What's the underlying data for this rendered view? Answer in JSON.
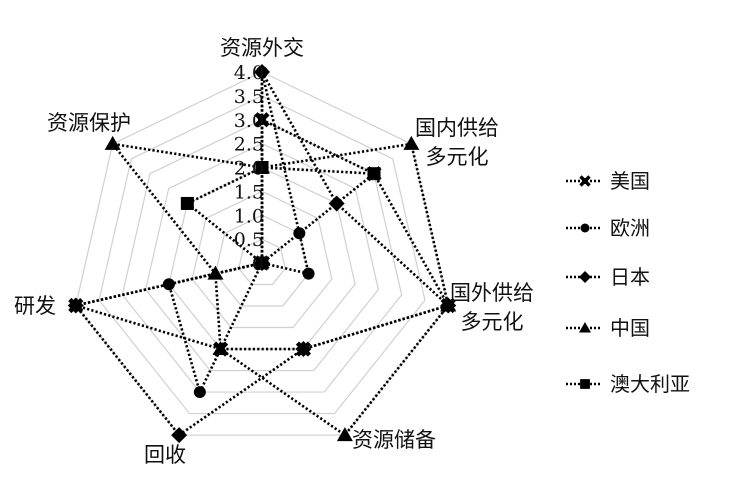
{
  "chart_data": {
    "type": "radar",
    "axes": [
      "资源外交",
      "国内供给多元化",
      "国外供给多元化",
      "资源储备",
      "回收",
      "研发",
      "资源保护"
    ],
    "axis_label_lines": [
      [
        "资源外交"
      ],
      [
        "国内供给",
        "多元化"
      ],
      [
        "国外供给",
        "多元化"
      ],
      [
        "资源储备"
      ],
      [
        "回收"
      ],
      [
        "研发"
      ],
      [
        "资源保护"
      ]
    ],
    "rlim": [
      0,
      4.0
    ],
    "ticks": [
      "0",
      "0.5",
      "1.0",
      "1.5",
      "2.0",
      "2.5",
      "3.0",
      "3.5",
      "4.0"
    ],
    "tick_values": [
      0,
      0.5,
      1.0,
      1.5,
      2.0,
      2.5,
      3.0,
      3.5,
      4.0
    ],
    "grid": true,
    "legend_position": "right",
    "series": [
      {
        "name": "美国",
        "marker": "cross",
        "values": [
          3,
          3,
          4,
          2,
          2,
          4,
          0
        ]
      },
      {
        "name": "欧洲",
        "marker": "circle",
        "values": [
          4,
          1,
          1,
          0,
          3,
          2,
          0
        ]
      },
      {
        "name": "日本",
        "marker": "diamond",
        "values": [
          4,
          2,
          4,
          2,
          4,
          4,
          0
        ]
      },
      {
        "name": "中国",
        "marker": "triangle",
        "values": [
          2,
          4,
          4,
          4,
          2,
          1,
          4
        ]
      },
      {
        "name": "澳大利亚",
        "marker": "square",
        "values": [
          2,
          3,
          0,
          0,
          0,
          0,
          2
        ]
      }
    ],
    "colors": {
      "series": "#000000",
      "grid": "#d0d0d0"
    }
  }
}
